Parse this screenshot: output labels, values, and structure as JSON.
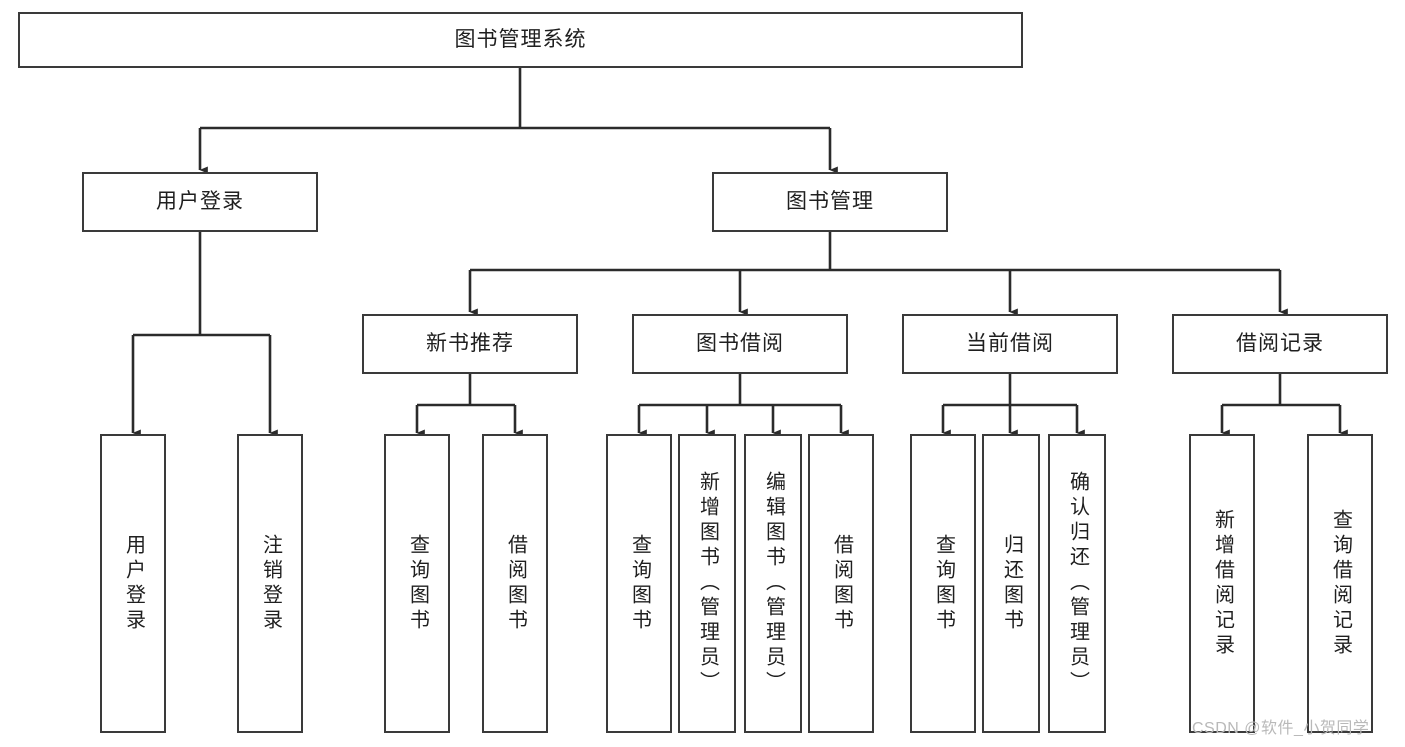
{
  "title": "图书管理系统",
  "watermark": "CSDN @软件_小贺同学",
  "colors": {
    "box_border": "#3a3a3a",
    "box_fill": "#ffffff",
    "connector": "#2b2b2b",
    "text": "#1f1f1f",
    "watermark": "#b9b9b9",
    "background": "#ffffff"
  },
  "tree": {
    "root": {
      "label": "图书管理系统"
    },
    "level2": [
      {
        "label": "用户登录"
      },
      {
        "label": "图书管理"
      }
    ],
    "level3": [
      {
        "label": "新书推荐"
      },
      {
        "label": "图书借阅"
      },
      {
        "label": "当前借阅"
      },
      {
        "label": "借阅记录"
      }
    ],
    "leaves": {
      "user_login": [
        {
          "label": "用户登录"
        },
        {
          "label": "注销登录"
        }
      ],
      "new_book_recommend": [
        {
          "label": "查询图书"
        },
        {
          "label": "借阅图书"
        }
      ],
      "book_borrow": [
        {
          "label": "查询图书"
        },
        {
          "label": "新增图书（管理员）"
        },
        {
          "label": "编辑图书（管理员）"
        },
        {
          "label": "借阅图书"
        }
      ],
      "current_borrow": [
        {
          "label": "查询图书"
        },
        {
          "label": "归还图书"
        },
        {
          "label": "确认归还（管理员）"
        }
      ],
      "borrow_record": [
        {
          "label": "新增借阅记录"
        },
        {
          "label": "查询借阅记录"
        }
      ]
    }
  }
}
